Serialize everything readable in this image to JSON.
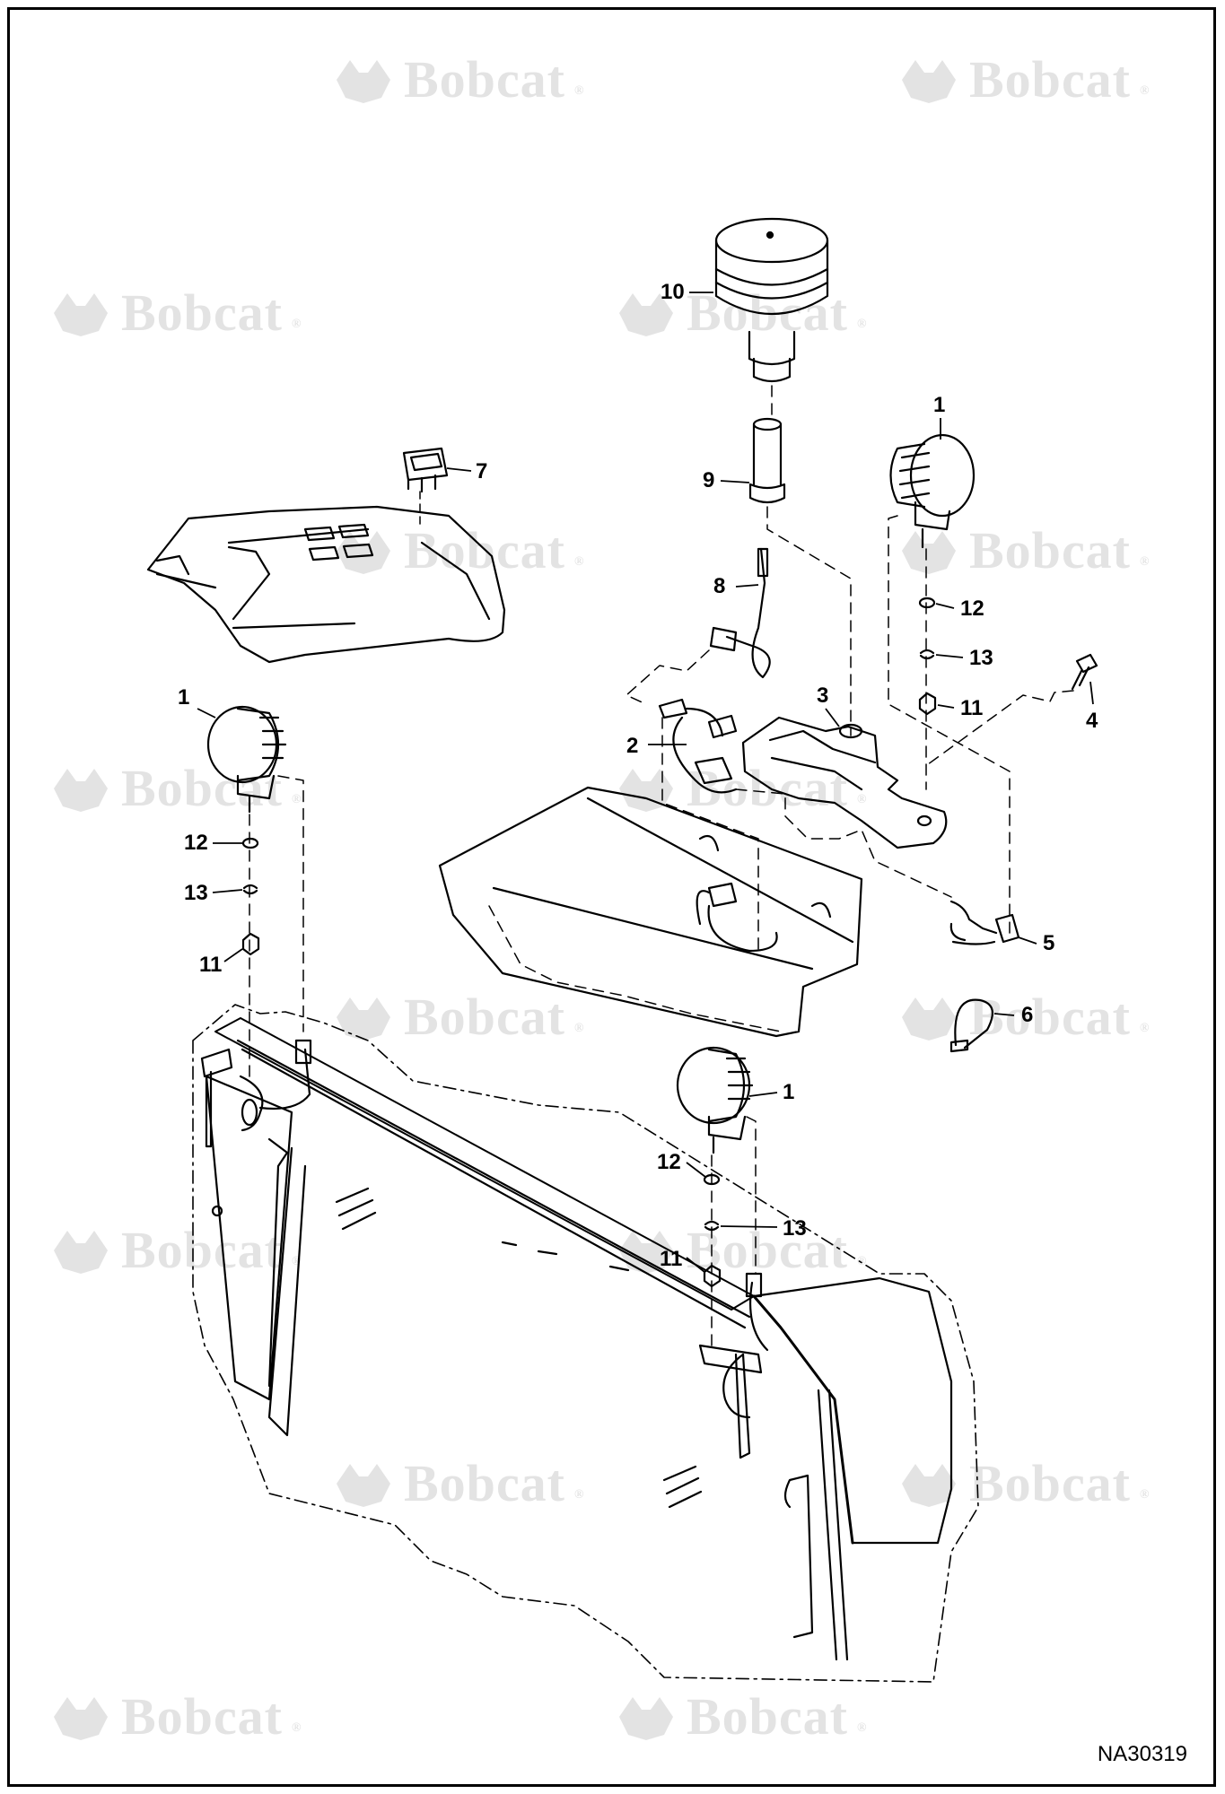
{
  "watermark": {
    "text": "Bobcat",
    "logo_icon": "bobcat-logo-icon"
  },
  "figure_id": "NA30319",
  "callouts": {
    "c1a": "1",
    "c1b": "1",
    "c1c": "1",
    "c2": "2",
    "c3": "3",
    "c4": "4",
    "c5": "5",
    "c6": "6",
    "c7": "7",
    "c8": "8",
    "c9": "9",
    "c10": "10",
    "c11a": "11",
    "c11b": "11",
    "c11c": "11",
    "c12a": "12",
    "c12b": "12",
    "c12c": "12",
    "c13a": "13",
    "c13b": "13",
    "c13c": "13"
  },
  "colors": {
    "line": "#000000",
    "watermark": "#e3e3e3",
    "background": "#ffffff"
  }
}
